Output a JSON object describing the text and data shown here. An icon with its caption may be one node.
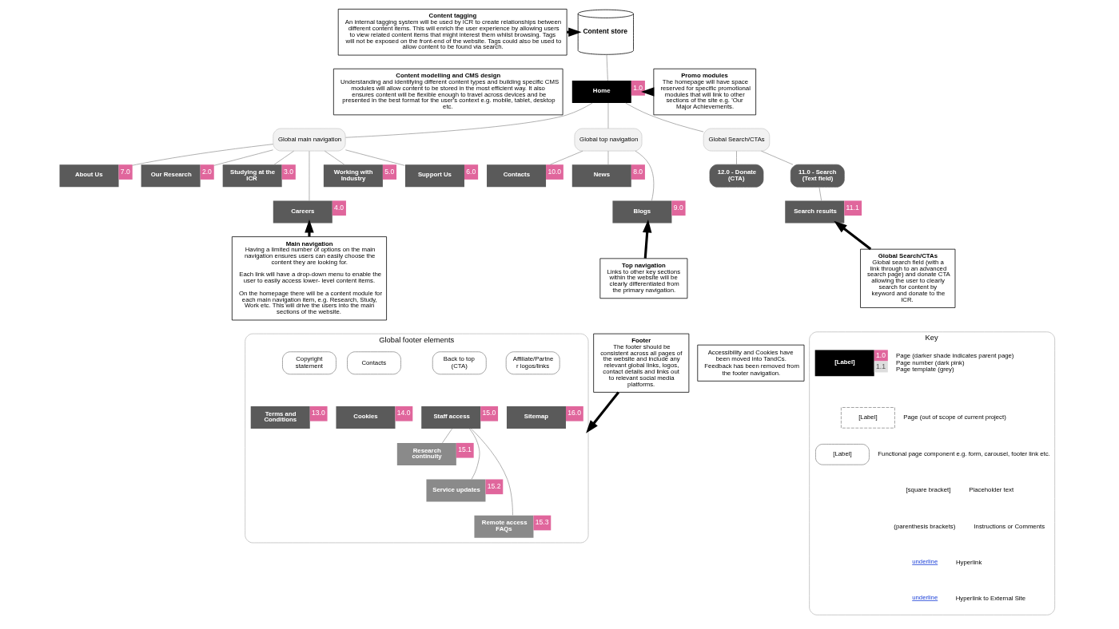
{
  "diagram": {
    "nodes": [
      {
        "text": [
          "Content tagging",
          "An internal tagging system will be used by ICR to create relationships between different content items. This will enrich the user experience by allowing users to view related content items that might interest them whilst browsing. Tags will not be exposed on the front-end of the website. Tags could also be used to allow content to be found via search."
        ]
      },
      {
        "text": [
          "Content modelling and CMS design",
          "Understanding and identifying different content types and building specific CMS modules will allow content to be stored in the most efficient way. It also ensures content will be flexible enough to travel across devices and be presented in the best format for the user's context e.g. mobile, tablet, desktop etc."
        ]
      },
      {
        "text": [
          "Content store"
        ]
      },
      {
        "text": [
          "Home"
        ],
        "beside": [
          "1.0"
        ]
      },
      {
        "text": [
          "Promo modules",
          "The homepage will have space reserved for specific promotional modules that will link to other sections of the site e.g. 'Our Major Achievements."
        ]
      },
      {
        "text": [
          "Global main navigation"
        ]
      },
      {
        "text": [
          "Global top navigation"
        ]
      },
      {
        "text": [
          "Global Search/CTAs"
        ]
      },
      {
        "text": [
          "Our Research"
        ],
        "beside": [
          "2.0"
        ]
      },
      {
        "text": [
          "Studying at the ICR"
        ],
        "beside": [
          "3.0"
        ]
      },
      {
        "text": [
          "Careers"
        ],
        "beside": [
          "4.0"
        ]
      },
      {
        "text": [
          "Working with Industry"
        ],
        "beside": [
          "5.0"
        ]
      },
      {
        "text": [
          "Support Us"
        ],
        "beside": [
          "6.0"
        ]
      },
      {
        "text": [
          "About Us"
        ],
        "beside": [
          "7.0"
        ]
      },
      {
        "text": [
          "News"
        ],
        "beside": [
          "8.0"
        ]
      },
      {
        "text": [
          "Blogs"
        ],
        "beside": [
          "9.0"
        ]
      },
      {
        "text": [
          "Contacts"
        ],
        "beside": [
          "10.0"
        ]
      },
      {
        "text": [
          "11.0 - Search (Text field)"
        ]
      },
      {
        "text": [
          "12.0 - Donate (CTA)"
        ]
      },
      {
        "text": [
          "Search results"
        ],
        "beside": [
          "11.1"
        ]
      },
      {
        "text": [
          "Main navigation",
          "Having a limited number of options on the main navigation ensures users can easily choose the content they are looking for.",
          "Each link will have a drop-down menu to enable the user to easily access lower- level content items.",
          "On the homepage there will be a content module for each main navigation item, e.g. Research, Study, Work etc. This will drive the users into the main sections of the website."
        ]
      },
      {
        "text": [
          "Top navigation",
          "Links to other key sections within the website will be clearly differentiated from the primary navigation."
        ]
      },
      {
        "text": [
          "Global Search/CTAs",
          "Global search field (with a link through to an advanced search page) and donate CTA allowing the user to clearly search for content by keyword and donate to the ICR."
        ]
      },
      {
        "text": [
          "Global footer elements"
        ]
      },
      {
        "text": [
          "Copyright statement"
        ],
        "in": 23
      },
      {
        "text": [
          "Contacts"
        ],
        "in": 23
      },
      {
        "text": [
          "Back to top (CTA)"
        ],
        "in": 23
      },
      {
        "text": [
          "Affiliate/Partner logos/links"
        ],
        "in": 23
      },
      {
        "text": [
          "Terms and Conditions"
        ],
        "beside": [
          "13.0"
        ],
        "in": 23
      },
      {
        "text": [
          "Cookies"
        ],
        "beside": [
          "14.0"
        ],
        "in": 23
      },
      {
        "text": [
          "Staff access"
        ],
        "beside": [
          "15.0"
        ],
        "in": 23
      },
      {
        "text": [
          "Sitemap"
        ],
        "beside": [
          "16.0"
        ],
        "in": 23
      },
      {
        "text": [
          "Research continuity"
        ],
        "beside": [
          "15.1"
        ],
        "in": 23
      },
      {
        "text": [
          "Service updates"
        ],
        "beside": [
          "15.2"
        ],
        "in": 23
      },
      {
        "text": [
          "Remote access FAQs"
        ],
        "beside": [
          "15.3"
        ],
        "in": 23
      },
      {
        "text": [
          "Footer",
          "The footer should be consistent across all pages of the website and include any relevant global links, logos, contact details and links out to relevant social media platforms."
        ]
      },
      {
        "text": [
          "Accessibility and Cookies have been moved into TandCs. Feedback has been removed from the footer navigation."
        ]
      },
      {
        "text": [
          "Key"
        ]
      },
      {
        "text": [
          "[Label]"
        ],
        "beside": [
          "1.0",
          "1.1",
          "Page (darker shade indicates parent page)",
          "Page number (dark pink)",
          "Page template (grey)"
        ],
        "in": 37
      },
      {
        "text": [
          "[Label]"
        ],
        "beside": [
          "Page (out of scope of current project)"
        ],
        "in": 37
      },
      {
        "text": [
          "[Label]"
        ],
        "beside": [
          "Functional page component e.g. form, carousel, footer link etc."
        ],
        "in": 37
      }
    ],
    "edges": [
      {
        "from": 0,
        "to": 2,
        "arrow": "to",
        "style": "thick",
        "color": "#000000"
      },
      {
        "from": 2,
        "to": 3,
        "arrow": "none"
      },
      {
        "from": 4,
        "to": 3,
        "arrow": "to",
        "style": "thick",
        "color": "#000000"
      },
      {
        "from": 3,
        "to": 5,
        "arrow": "none"
      },
      {
        "from": 3,
        "to": 6,
        "arrow": "none"
      },
      {
        "from": 3,
        "to": 7,
        "arrow": "none"
      },
      {
        "from": 5,
        "to": 8,
        "arrow": "none"
      },
      {
        "from": 5,
        "to": 9,
        "arrow": "none"
      },
      {
        "from": 5,
        "to": 10,
        "arrow": "none"
      },
      {
        "from": 5,
        "to": 11,
        "arrow": "none"
      },
      {
        "from": 5,
        "to": 12,
        "arrow": "none"
      },
      {
        "from": 5,
        "to": 13,
        "arrow": "none"
      },
      {
        "from": 6,
        "to": 14,
        "arrow": "none"
      },
      {
        "from": 6,
        "to": 15,
        "arrow": "none"
      },
      {
        "from": 6,
        "to": 16,
        "arrow": "none"
      },
      {
        "from": 7,
        "to": 17,
        "arrow": "none"
      },
      {
        "from": 7,
        "to": 18,
        "arrow": "none"
      },
      {
        "from": 17,
        "to": 19,
        "arrow": "none"
      },
      {
        "from": 20,
        "to": 10,
        "arrow": "to",
        "style": "thick",
        "color": "#000000"
      },
      {
        "from": 21,
        "to": 15,
        "arrow": "to",
        "style": "thick",
        "color": "#000000"
      },
      {
        "from": 22,
        "to": 19,
        "arrow": "to",
        "style": "thick",
        "color": "#000000"
      },
      {
        "from": 35,
        "to": 23,
        "arrow": "to",
        "style": "thick",
        "color": "#000000"
      },
      {
        "from": 30,
        "to": 32,
        "arrow": "none"
      },
      {
        "from": 30,
        "to": 33,
        "arrow": "none"
      },
      {
        "from": 30,
        "to": 34,
        "arrow": "none"
      }
    ],
    "labels": [
      "[square bracket]",
      "Placeholder text",
      "(parenthesis brackets)",
      "Instructions or Comments",
      "underline",
      "Hyperlink",
      "underline",
      "Hyperlink to External Site"
    ]
  }
}
